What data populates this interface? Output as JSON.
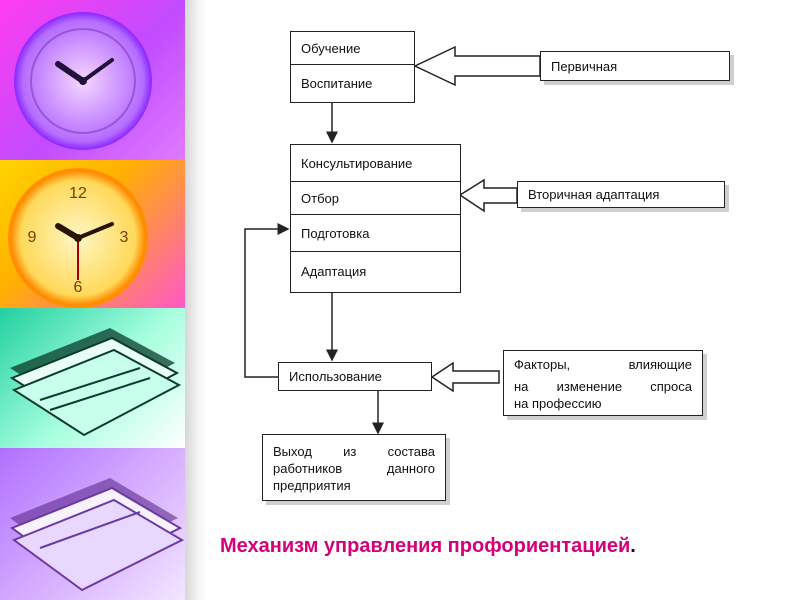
{
  "diagram": {
    "box_stage1": [
      "Обучение",
      "Воспитание"
    ],
    "box_stage2": [
      "Консультирование",
      "Отбор",
      "Подготовка",
      "Адаптация"
    ],
    "box_use": "Использование",
    "box_exit": [
      "Выход из состава",
      "работников данного",
      "предприятия"
    ],
    "input_primary": "Первичная",
    "input_secondary": "Вторичная адаптация",
    "input_factors": [
      "Факторы, влияющие",
      "на изменение спроса",
      "на профессию"
    ]
  },
  "caption": {
    "title": "Механизм управления профориентацией",
    "period": "."
  },
  "colors": {
    "caption": "#d4007a",
    "lines": "#222222"
  }
}
